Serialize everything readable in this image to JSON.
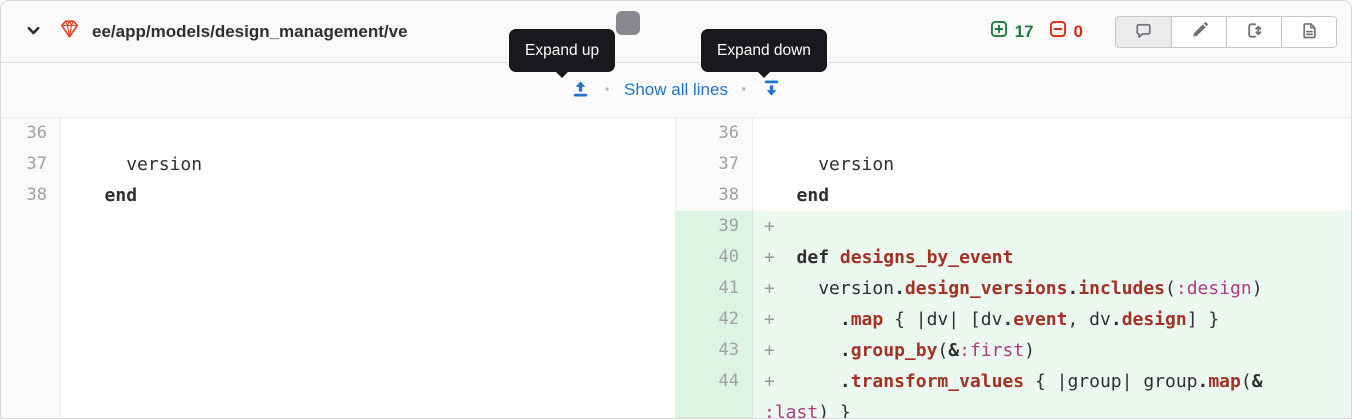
{
  "header": {
    "file_path": "ee/app/models/design_management/ve",
    "additions": "17",
    "deletions": "0",
    "colors": {
      "additions_green": "#217a3f",
      "deletions_red": "#dd2b0e",
      "gem_red": "#e24329",
      "link_blue": "#1f75cb",
      "added_line_bg": "#ecf9f0",
      "added_gutter_bg": "#ddf3e4",
      "tooltip_bg": "#19181c"
    },
    "actions": [
      {
        "name": "toggle-comments",
        "icon": "comment-icon",
        "active": true
      },
      {
        "name": "edit-file",
        "icon": "pencil-icon",
        "active": false
      },
      {
        "name": "compare-versions",
        "icon": "doc-versions-icon",
        "active": false
      },
      {
        "name": "view-file",
        "icon": "doc-text-icon",
        "active": false
      }
    ]
  },
  "tooltips": {
    "up": "Expand up",
    "down": "Expand down"
  },
  "expand_bar": {
    "link_label": "Show all lines",
    "separator": "·"
  },
  "diff": {
    "left": {
      "rows": [
        {
          "num": "36",
          "type": "context",
          "segments": []
        },
        {
          "num": "37",
          "type": "context",
          "segments": [
            {
              "t": "    version",
              "c": "pl"
            }
          ]
        },
        {
          "num": "38",
          "type": "context",
          "segments": [
            {
              "t": "  ",
              "c": "pl"
            },
            {
              "t": "end",
              "c": "kw"
            }
          ]
        }
      ]
    },
    "right": {
      "rows": [
        {
          "num": "36",
          "type": "context",
          "segments": []
        },
        {
          "num": "37",
          "type": "context",
          "segments": [
            {
              "t": "    version",
              "c": "pl"
            }
          ]
        },
        {
          "num": "38",
          "type": "context",
          "segments": [
            {
              "t": "  ",
              "c": "pl"
            },
            {
              "t": "end",
              "c": "kw"
            }
          ]
        },
        {
          "num": "39",
          "type": "added",
          "segments": []
        },
        {
          "num": "40",
          "type": "added",
          "segments": [
            {
              "t": "  ",
              "c": "pl"
            },
            {
              "t": "def",
              "c": "kw"
            },
            {
              "t": " ",
              "c": "pl"
            },
            {
              "t": "designs_by_event",
              "c": "fn"
            }
          ]
        },
        {
          "num": "41",
          "type": "added",
          "segments": [
            {
              "t": "    version",
              "c": "pl"
            },
            {
              "t": ".",
              "c": "kw"
            },
            {
              "t": "design_versions",
              "c": "fn"
            },
            {
              "t": ".",
              "c": "kw"
            },
            {
              "t": "includes",
              "c": "fn"
            },
            {
              "t": "(",
              "c": "pl"
            },
            {
              "t": ":design",
              "c": "sym"
            },
            {
              "t": ")",
              "c": "pl"
            }
          ]
        },
        {
          "num": "42",
          "type": "added",
          "segments": [
            {
              "t": "      ",
              "c": "pl"
            },
            {
              "t": ".",
              "c": "kw"
            },
            {
              "t": "map",
              "c": "fn"
            },
            {
              "t": " { |dv| [dv",
              "c": "pl"
            },
            {
              "t": ".",
              "c": "kw"
            },
            {
              "t": "event",
              "c": "fn"
            },
            {
              "t": ", dv",
              "c": "pl"
            },
            {
              "t": ".",
              "c": "kw"
            },
            {
              "t": "design",
              "c": "fn"
            },
            {
              "t": "] }",
              "c": "pl"
            }
          ]
        },
        {
          "num": "43",
          "type": "added",
          "segments": [
            {
              "t": "      ",
              "c": "pl"
            },
            {
              "t": ".",
              "c": "kw"
            },
            {
              "t": "group_by",
              "c": "fn"
            },
            {
              "t": "(",
              "c": "pl"
            },
            {
              "t": "&",
              "c": "kw"
            },
            {
              "t": ":first",
              "c": "sym"
            },
            {
              "t": ")",
              "c": "pl"
            }
          ]
        },
        {
          "num": "44",
          "type": "added",
          "segments": [
            {
              "t": "      ",
              "c": "pl"
            },
            {
              "t": ".",
              "c": "kw"
            },
            {
              "t": "transform_values",
              "c": "fn"
            },
            {
              "t": " { |group| group",
              "c": "pl"
            },
            {
              "t": ".",
              "c": "kw"
            },
            {
              "t": "map",
              "c": "fn"
            },
            {
              "t": "(",
              "c": "pl"
            },
            {
              "t": "&",
              "c": "kw"
            }
          ],
          "wrap": [
            {
              "t": ":last",
              "c": "sym"
            },
            {
              "t": ") }",
              "c": "pl"
            }
          ]
        }
      ]
    }
  }
}
